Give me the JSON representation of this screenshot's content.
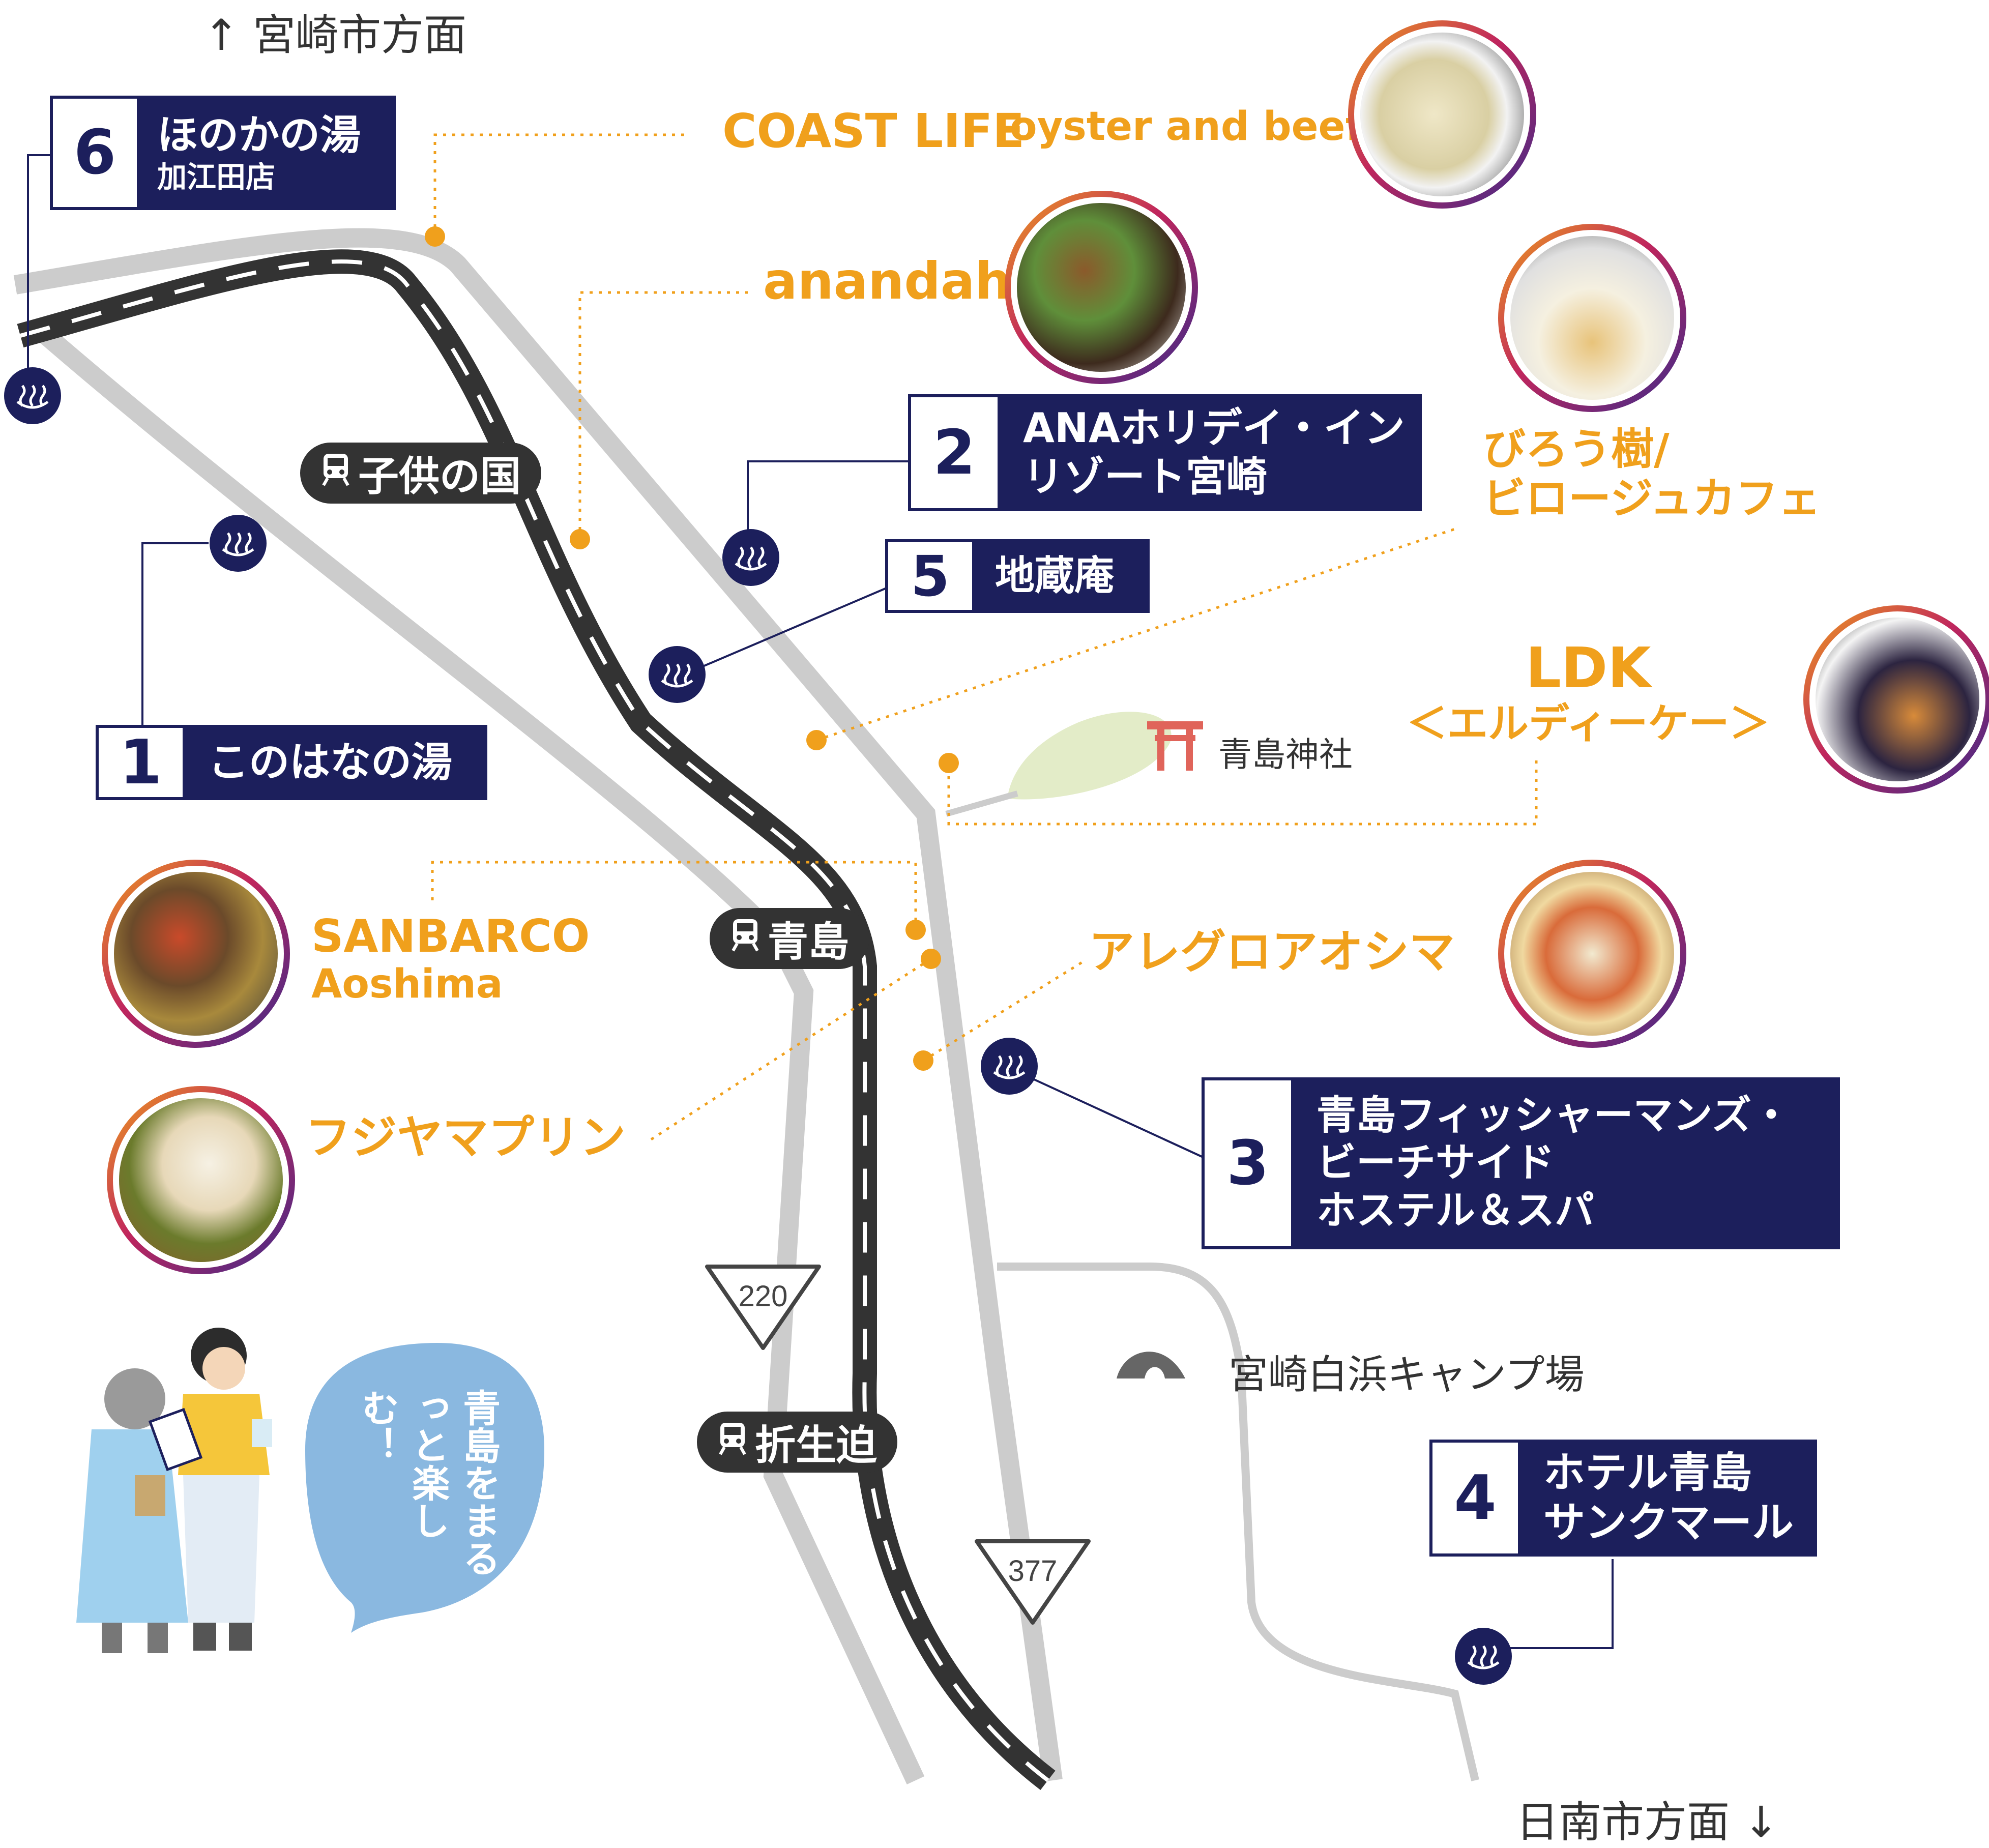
{
  "directions": {
    "north": "↑ 宮崎市方面",
    "south": "日南市方面 ↓"
  },
  "lodgings": [
    {
      "num": "1",
      "lines": [
        "このはなの湯"
      ]
    },
    {
      "num": "2",
      "lines": [
        "ANAホリデイ・イン",
        "リゾート宮崎"
      ]
    },
    {
      "num": "3",
      "lines": [
        "青島フィッシャーマンズ・",
        "ビーチサイド",
        "ホステル＆スパ"
      ]
    },
    {
      "num": "4",
      "lines": [
        "ホテル青島",
        "サンクマール"
      ]
    },
    {
      "num": "5",
      "lines": [
        "地蔵庵"
      ]
    },
    {
      "num": "6",
      "lines": [
        "ほのかの湯",
        "加江田店"
      ]
    }
  ],
  "restaurants": {
    "coast_life": "COAST LIFE",
    "oyster_and_beef": "oyster and beef",
    "anandah": "anandah",
    "birouju": [
      "びろう樹/",
      "ビロージュカフェ"
    ],
    "ldk": [
      "LDK",
      "＜エルディーケー＞"
    ],
    "sanbarco": [
      "SANBARCO",
      "Aoshima"
    ],
    "allegro": "アレグロアオシマ",
    "fujiyama": "フジヤマプリン"
  },
  "stations": {
    "kodomo": "子供の国",
    "aoshima": "青島",
    "orifu": "折生迫"
  },
  "places": {
    "shrine": "青島神社",
    "camp": "宮崎白浜キャンプ場"
  },
  "routes": {
    "r220": "220",
    "r377": "377"
  },
  "bubble": "青島をまるっと楽しむ！",
  "icons": {
    "onsen": "hot-spring-icon",
    "train": "train-icon",
    "shrine": "torii-icon",
    "camp": "tent-icon"
  },
  "colors": {
    "navy": "#1c1f5c",
    "orange": "#f0a01c",
    "road_gray": "#cccccc",
    "rail": "#333333",
    "bubble": "#8ab8e0",
    "island": "#e3ecc8"
  }
}
